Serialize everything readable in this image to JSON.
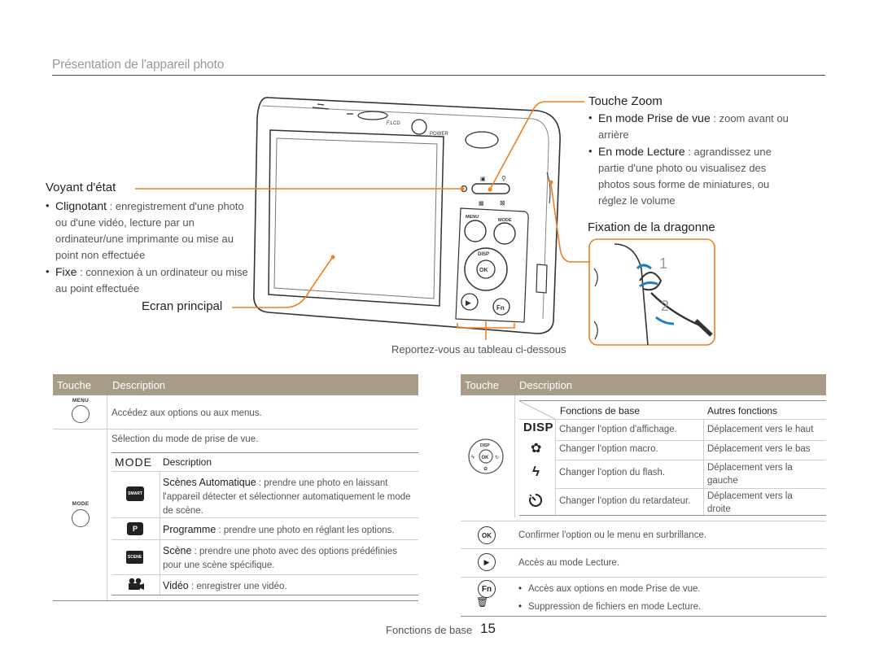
{
  "page_title": "Présentation de l'appareil photo",
  "camera_labels": {
    "flcd": "F.LCD",
    "power": "POWER",
    "menu": "MENU",
    "mode": "MODE",
    "disp": "DISP",
    "ok": "OK",
    "fn": "Fn"
  },
  "callouts": {
    "voyant": {
      "title": "Voyant d'état",
      "b1_bold": "Clignotant",
      "b1_text": " : enregistrement d'une photo ou d'une vidéo, lecture par un ordinateur/une imprimante ou mise au point non effectuée",
      "b2_bold": "Fixe",
      "b2_text": " : connexion à un ordinateur ou mise au point effectuée"
    },
    "ecran": {
      "title": "Ecran principal"
    },
    "zoom": {
      "title": "Touche Zoom",
      "b1_bold": "En mode Prise de vue",
      "b1_text": " : zoom avant ou arrière",
      "b2_bold": "En mode Lecture",
      "b2_text": " : agrandissez une partie d'une photo ou visualisez des photos sous forme de miniatures, ou réglez le volume"
    },
    "dragonne": {
      "title": "Fixation de la dragonne",
      "step1": "1",
      "step2": "2"
    },
    "reportez": "Reportez-vous au tableau ci-dessous"
  },
  "left_table": {
    "col_touche": "Touche",
    "col_description": "Description",
    "menu_label": "MENU",
    "menu_desc": "Accédez aux options ou aux menus.",
    "mode_label": "MODE",
    "mode_intro": "Sélection du mode de prise de vue.",
    "mode_sub_mode": "MODE",
    "mode_sub_desc": "Description",
    "modes": [
      {
        "icon": "smart-mode-icon",
        "icon_text": "SMART",
        "bold": "Scènes Automatique",
        "text": " : prendre une photo en laissant l'appareil détecter et sélectionner automatiquement le mode de scène."
      },
      {
        "icon": "program-mode-icon",
        "icon_text": "P",
        "bold": "Programme",
        "text": " : prendre une photo en réglant les options."
      },
      {
        "icon": "scene-mode-icon",
        "icon_text": "SCENE",
        "bold": "Scène",
        "text": " : prendre une photo avec des options prédéfinies pour une scène spécifique."
      },
      {
        "icon": "video-mode-icon",
        "icon_text": "",
        "bold": "Vidéo",
        "text": " : enregistrer une vidéo."
      }
    ]
  },
  "right_table": {
    "col_touche": "Touche",
    "col_description": "Description",
    "sub_col1": "Fonctions de base",
    "sub_col2": "Autres fonctions",
    "rows": [
      {
        "icon": "disp-icon",
        "icon_text": "DISP",
        "basic": "Changer l'option d'affichage.",
        "other": "Déplacement vers le haut"
      },
      {
        "icon": "macro-icon",
        "icon_text": "✿",
        "basic": "Changer l'option macro.",
        "other": "Déplacement vers le bas"
      },
      {
        "icon": "flash-icon",
        "icon_text": "ϟ",
        "basic": "Changer l'option du flash.",
        "other": "Déplacement vers la gauche"
      },
      {
        "icon": "timer-icon",
        "icon_text": "",
        "basic": "Changer l'option du retardateur.",
        "other": "Déplacement vers la droite"
      }
    ],
    "ok_label": "OK",
    "ok_desc": "Confirmer l'option ou le menu en surbrillance.",
    "play_desc": "Accès au mode Lecture.",
    "fn_label": "Fn",
    "fn_b1": "Accès aux options en mode Prise de vue.",
    "fn_b2": "Suppression de fichiers en mode Lecture."
  },
  "footer": {
    "section": "Fonctions de base",
    "page": "15"
  }
}
